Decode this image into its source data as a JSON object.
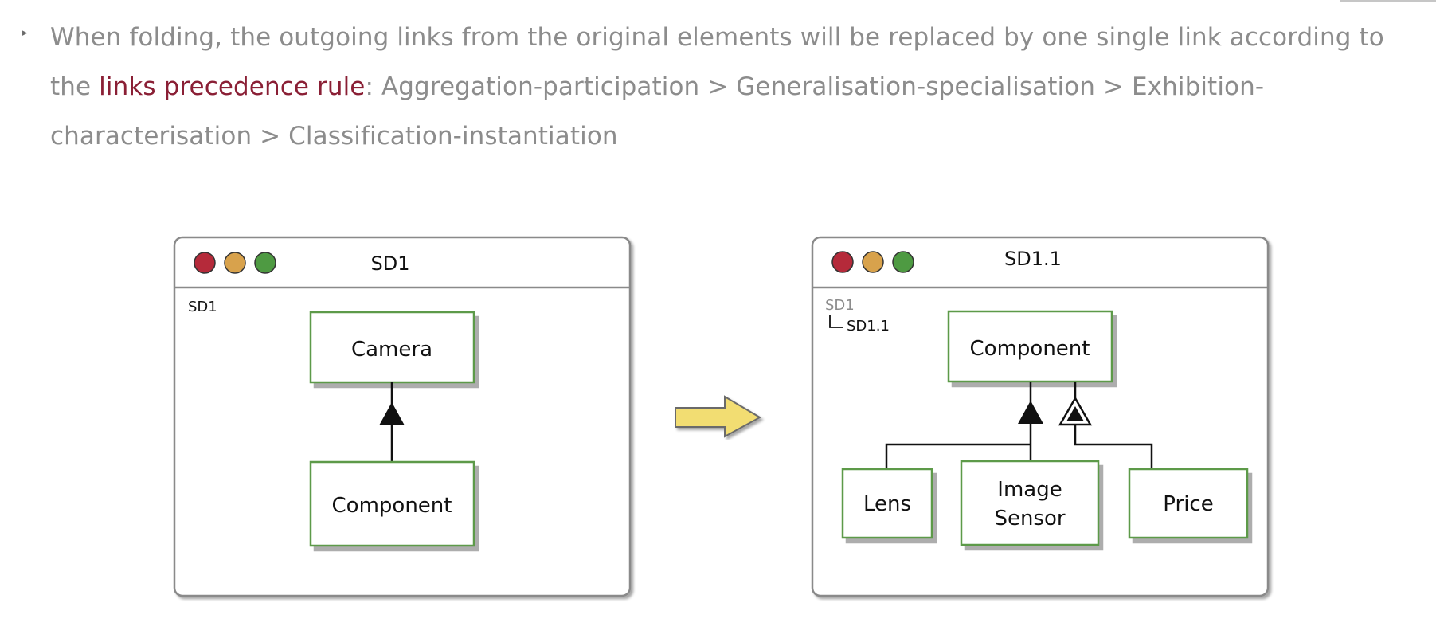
{
  "bullet": {
    "part1": "When folding, the outgoing links from the original elements will be replaced by one single link according to the",
    "emphasis": "links precedence rule",
    "part2": ": Aggregation-participation > Generalisation-specialisation > Exhibition-characterisation > Classification-instantiation"
  },
  "windows": {
    "left": {
      "title": "SD1",
      "breadcrumb": "SD1",
      "objects": {
        "camera": "Camera",
        "component": "Component"
      }
    },
    "right": {
      "title": "SD1.1",
      "breadcrumb_parent": "SD1",
      "breadcrumb_child": "SD1.1",
      "objects": {
        "component": "Component",
        "lens": "Lens",
        "image_sensor_line1": "Image",
        "image_sensor_line2": "Sensor",
        "price": "Price"
      }
    }
  },
  "colors": {
    "window_border": "#8a8a8a",
    "object_border": "#5d9a48",
    "close": "#b52a3a",
    "minimize": "#d8a24c",
    "maximize": "#4e9a42",
    "arrow_fill": "#f2dd72",
    "emphasis": "#8a1f35"
  },
  "icons": {
    "close": "close-dot-icon",
    "minimize": "minimize-dot-icon",
    "maximize": "maximize-dot-icon",
    "transition": "right-arrow-icon"
  }
}
